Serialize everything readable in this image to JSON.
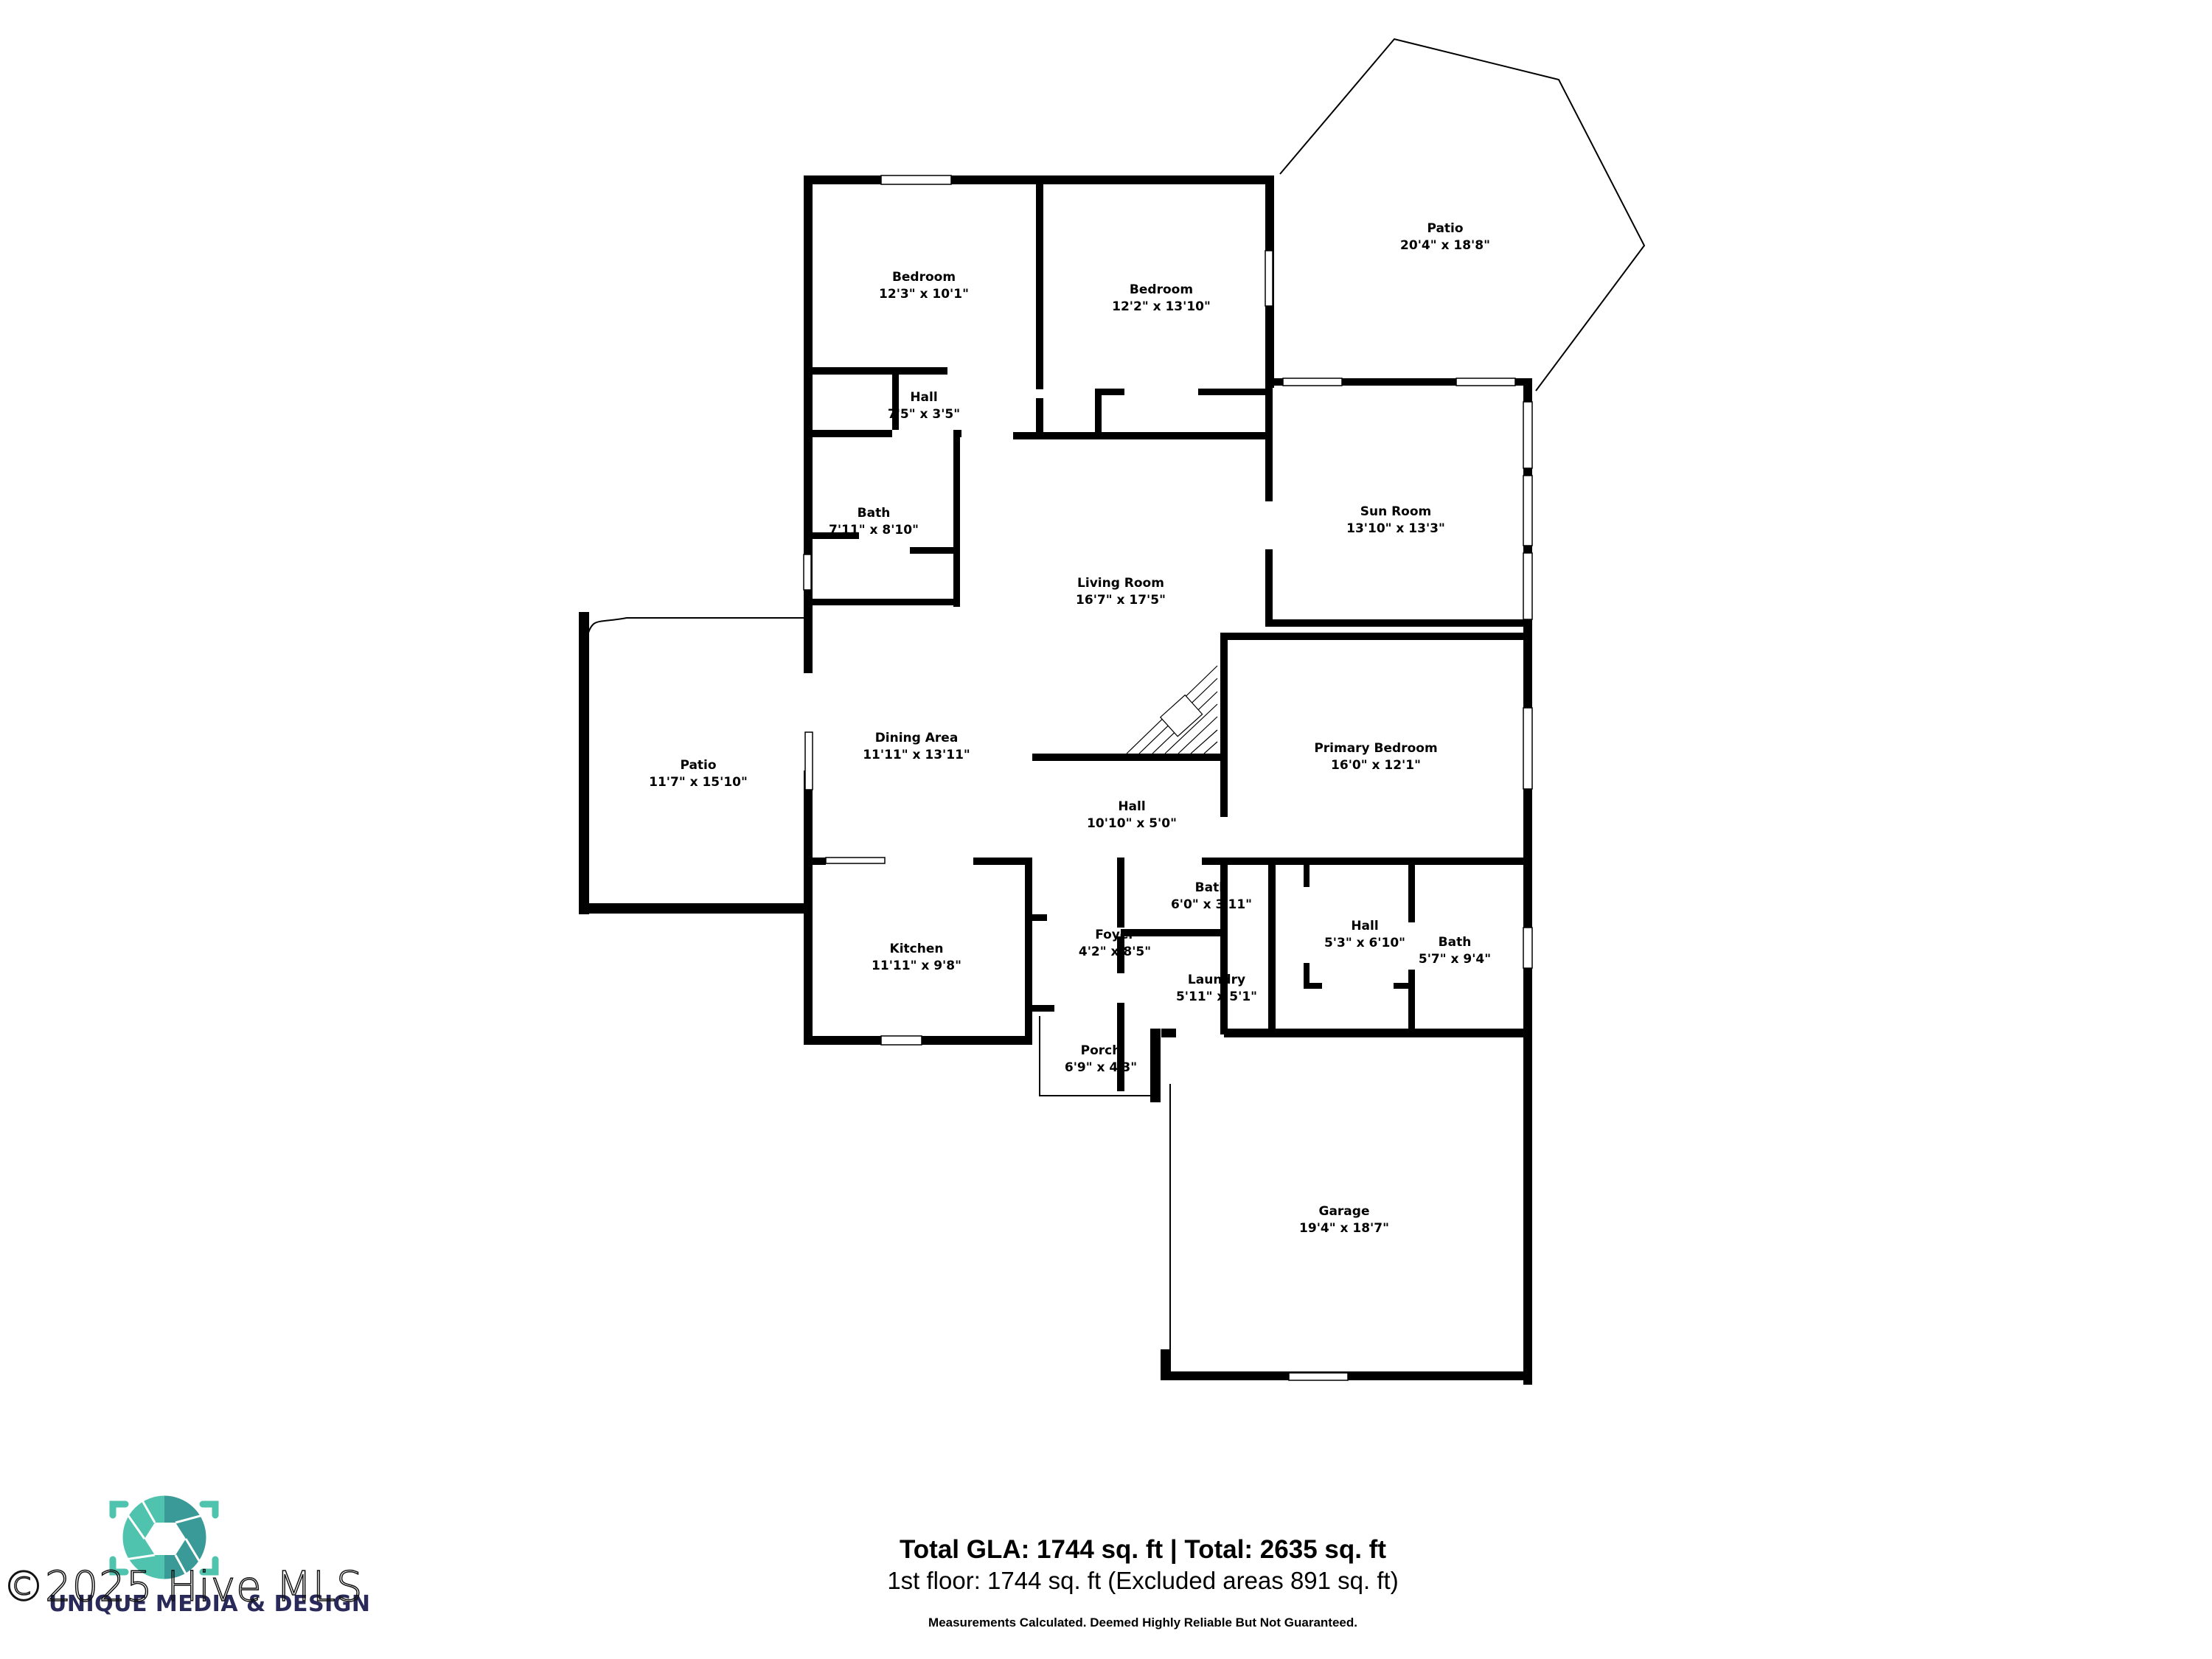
{
  "floorplan": {
    "rooms": [
      {
        "name": "Bedroom",
        "dims": "12'3\" x 10'1\""
      },
      {
        "name": "Bedroom",
        "dims": "12'2\" x 13'10\""
      },
      {
        "name": "Patio",
        "dims": "20'4\" x 18'8\""
      },
      {
        "name": "Hall",
        "dims": "7'5\" x 3'5\""
      },
      {
        "name": "Bath",
        "dims": "7'11\" x 8'10\""
      },
      {
        "name": "Living Room",
        "dims": "16'7\" x 17'5\""
      },
      {
        "name": "Sun Room",
        "dims": "13'10\" x 13'3\""
      },
      {
        "name": "Patio",
        "dims": "11'7\" x 15'10\""
      },
      {
        "name": "Dining Area",
        "dims": "11'11\" x 13'11\""
      },
      {
        "name": "Primary Bedroom",
        "dims": "16'0\" x 12'1\""
      },
      {
        "name": "Hall",
        "dims": "10'10\" x 5'0\""
      },
      {
        "name": "Bath",
        "dims": "6'0\" x 3'11\""
      },
      {
        "name": "Hall",
        "dims": "5'3\" x 6'10\""
      },
      {
        "name": "Kitchen",
        "dims": "11'11\" x 9'8\""
      },
      {
        "name": "Foyer",
        "dims": "4'2\" x 8'5\""
      },
      {
        "name": "Bath",
        "dims": "5'7\" x 9'4\""
      },
      {
        "name": "Laundry",
        "dims": "5'11\" x 5'1\""
      },
      {
        "name": "Porch",
        "dims": "6'9\" x 4'3\""
      },
      {
        "name": "Garage",
        "dims": "19'4\" x 18'7\""
      }
    ]
  },
  "summary": {
    "totals_line": "Total GLA: 1744 sq. ft | Total: 2635 sq. ft",
    "floor_line": "1st floor: 1744 sq. ft (Excluded areas 891 sq. ft)",
    "disclaimer": "Measurements Calculated. Deemed Highly Reliable But Not Guaranteed."
  },
  "branding": {
    "logo_text": "UNIQUE MEDIA & DESIGN",
    "logo_icon": "camera-aperture-icon",
    "logo_color_light": "#4fc3ad",
    "logo_color_dark": "#3a9a98",
    "logo_text_color": "#2a2a5a",
    "watermark": "©2025 Hive MLS"
  }
}
